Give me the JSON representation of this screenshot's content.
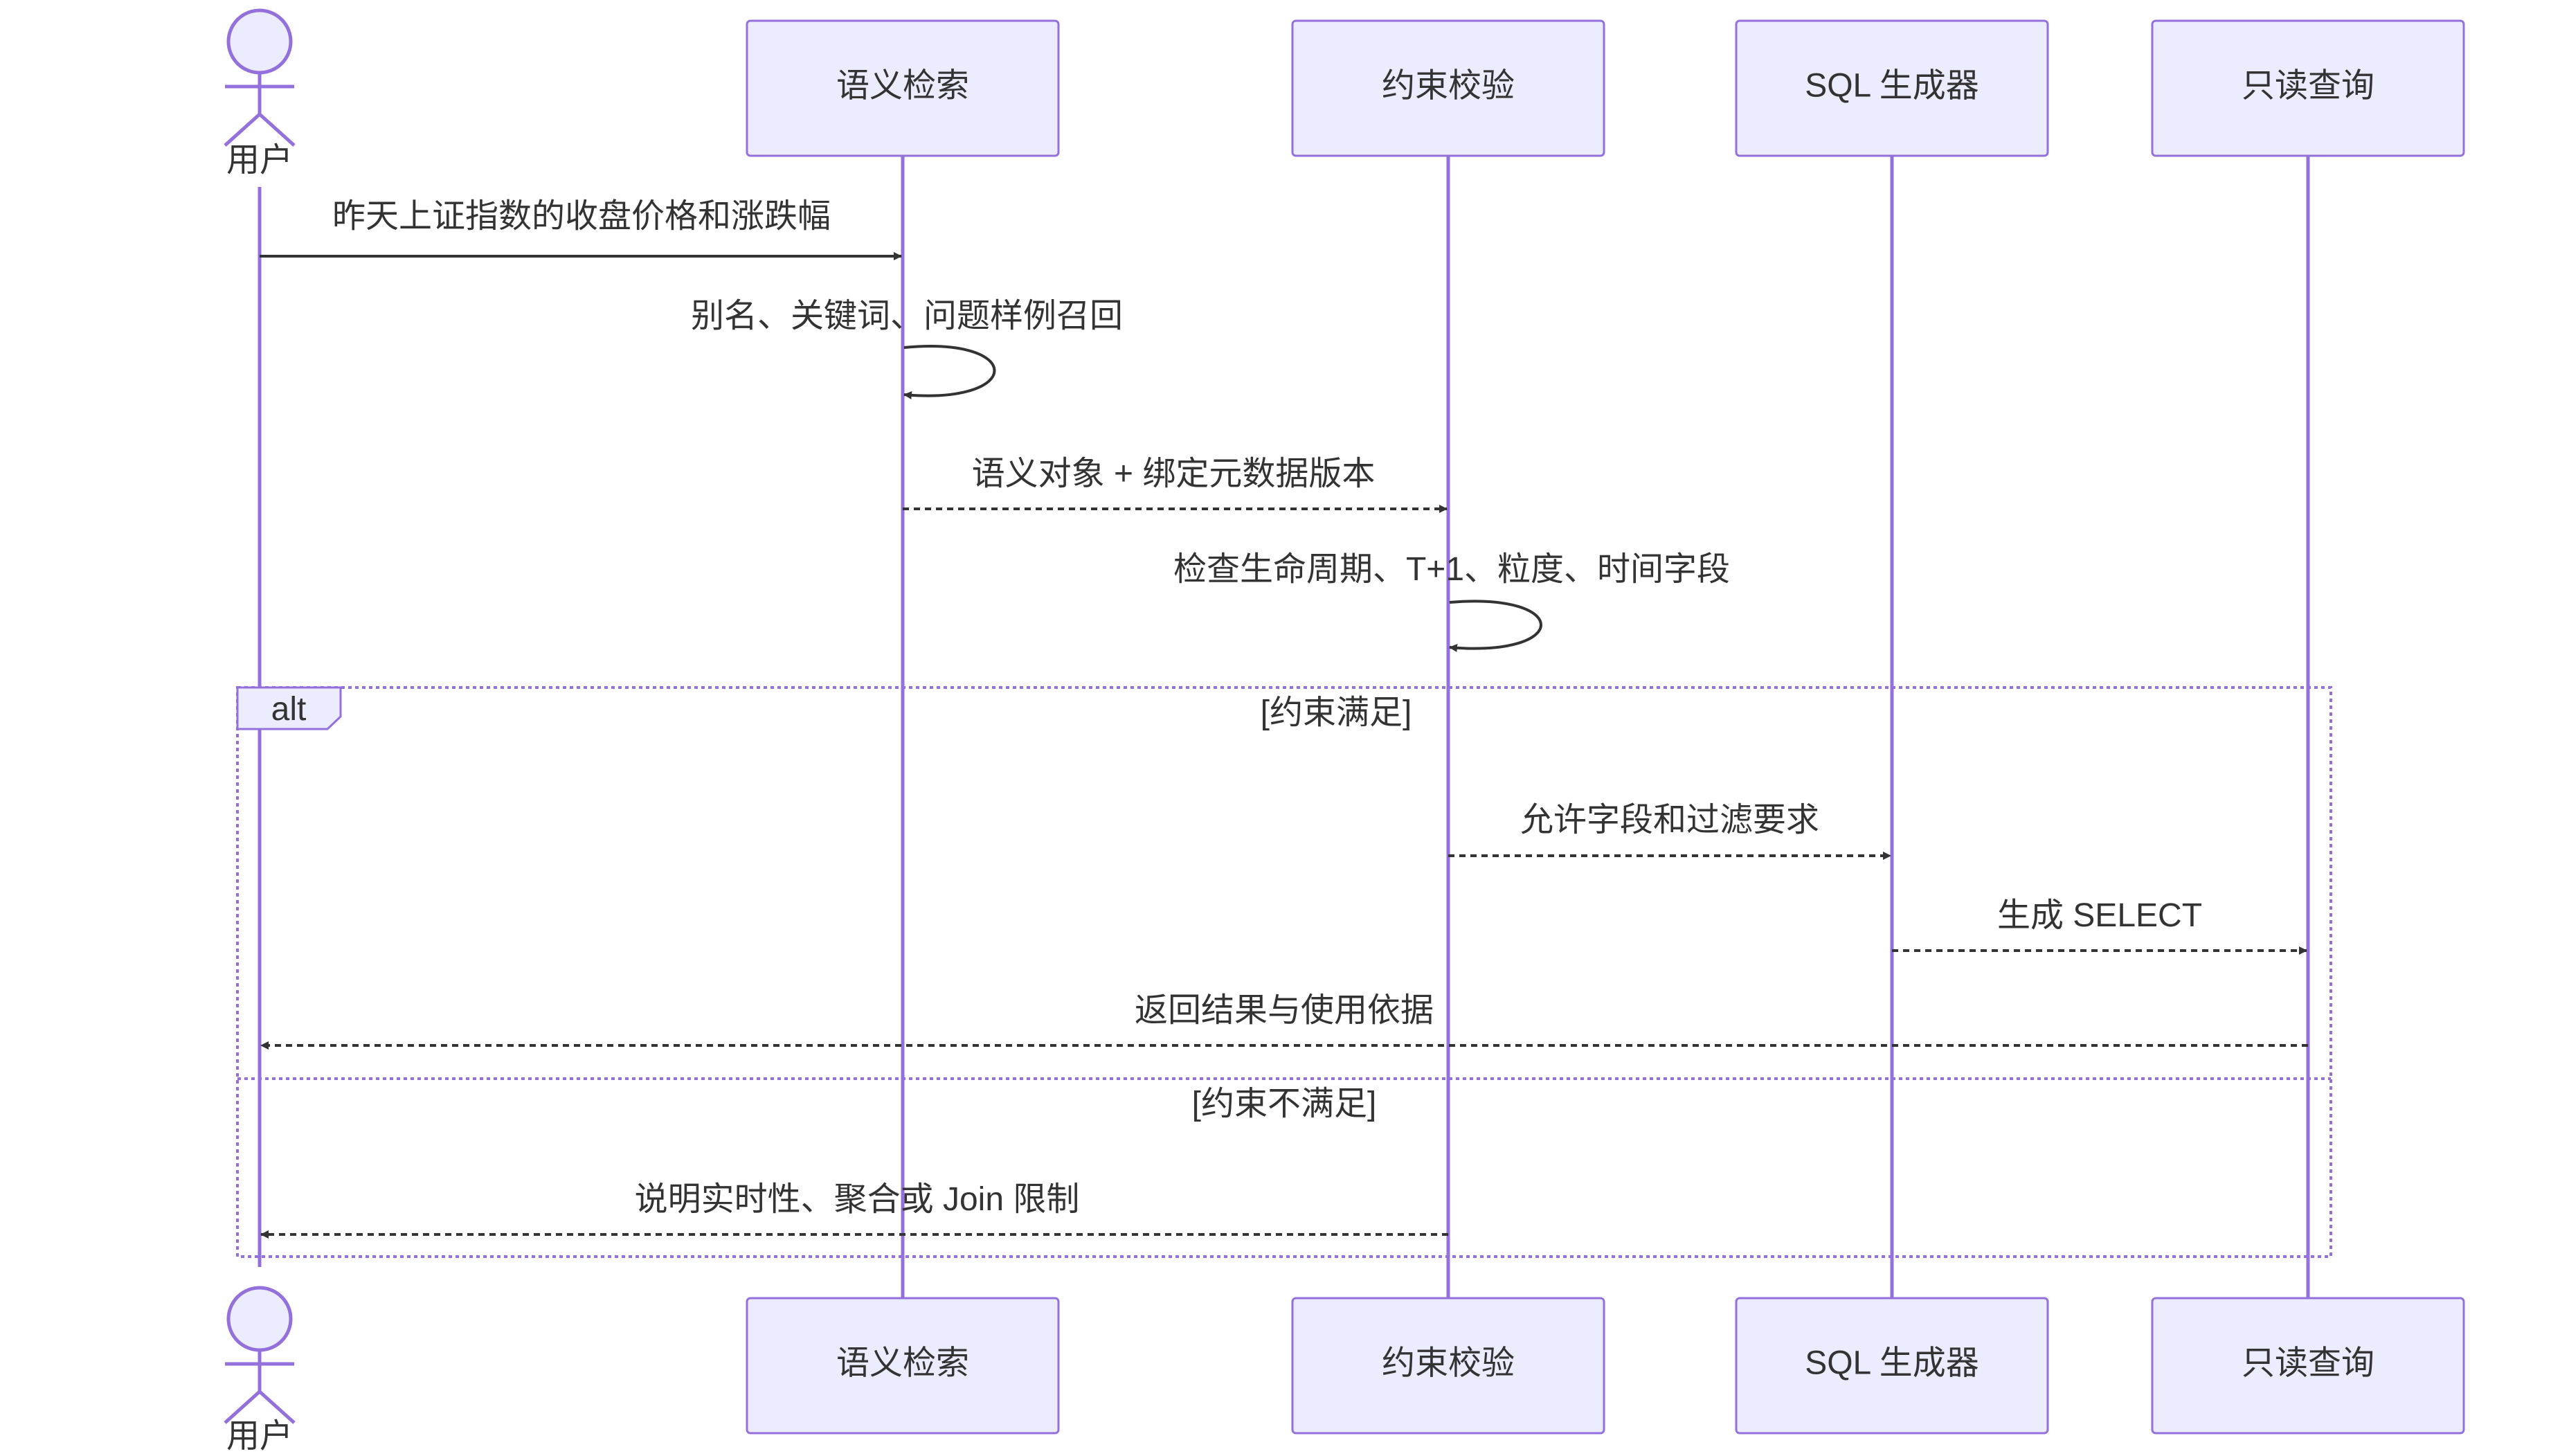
{
  "participants": {
    "user": "用户",
    "semantic_search": "语义检索",
    "constraint_check": "约束校验",
    "sql_generator": "SQL 生成器",
    "readonly_query": "只读查询"
  },
  "messages": {
    "m1": "昨天上证指数的收盘价格和涨跌幅",
    "m2": "别名、关键词、问题样例召回",
    "m3": "语义对象 + 绑定元数据版本",
    "m4": "检查生命周期、T+1、粒度、时间字段",
    "m5": "允许字段和过滤要求",
    "m6": "生成 SELECT",
    "m7": "返回结果与使用依据",
    "m8": "说明实时性、聚合或 Join 限制"
  },
  "alt_block": {
    "tag": "alt",
    "condition_1": "[约束满足]",
    "condition_2": "[约束不满足]"
  },
  "colors": {
    "actor_fill": "#ECECFF",
    "actor_stroke": "#9370DB",
    "lifeline": "#9370DB",
    "message_line": "#333333",
    "text": "#333333"
  }
}
